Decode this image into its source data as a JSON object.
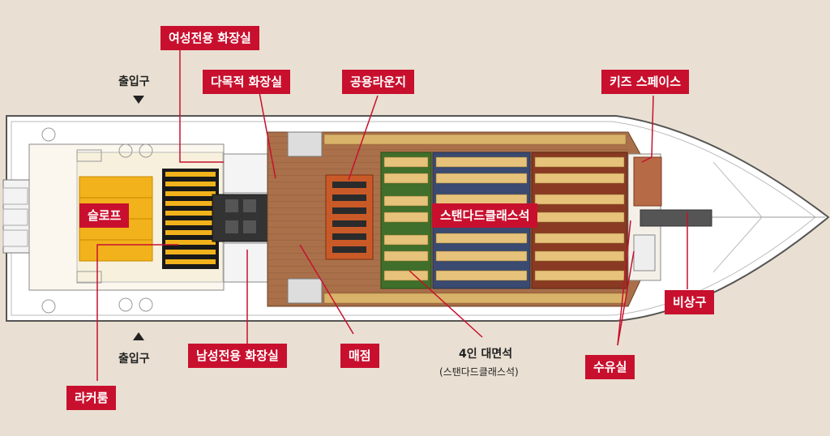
{
  "labels": {
    "womens_restroom": "여성전용 화장실",
    "multi_restroom": "다목적 화장실",
    "public_lounge": "공용라운지",
    "kids_space": "키즈 스페이스",
    "slope": "슬로프",
    "standard_class": "스탠다드클래스석",
    "emergency_exit": "비상구",
    "mens_restroom": "남성전용 화장실",
    "store": "매점",
    "four_seat": "4인 대면석",
    "four_seat_sub": "(스탠다드클래스석)",
    "nursing_room": "수유실",
    "locker_room": "라커룸",
    "entrance_top": "출입구",
    "entrance_bottom": "출입구"
  },
  "colors": {
    "label_bg": "#c8102e",
    "background": "#e9e0d3"
  }
}
